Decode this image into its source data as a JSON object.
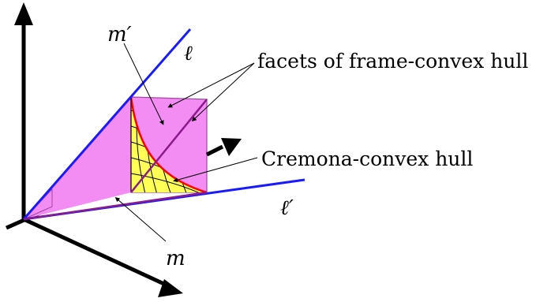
{
  "labels": {
    "ell": "ℓ",
    "ell_prime": "ℓ′",
    "m": "m",
    "m_prime": "m′",
    "facets": "facets of frame-convex hull",
    "cremona": "Cremona-convex hull"
  },
  "colors": {
    "facet_fill": "#f38cf3",
    "facet_edge": "#a347a3",
    "cremona_fill": "#ffff55",
    "cremona_edge": "#ff0000",
    "line_blue": "#1a1aff",
    "line_purple": "#8b1a8b",
    "axis": "#000000"
  }
}
